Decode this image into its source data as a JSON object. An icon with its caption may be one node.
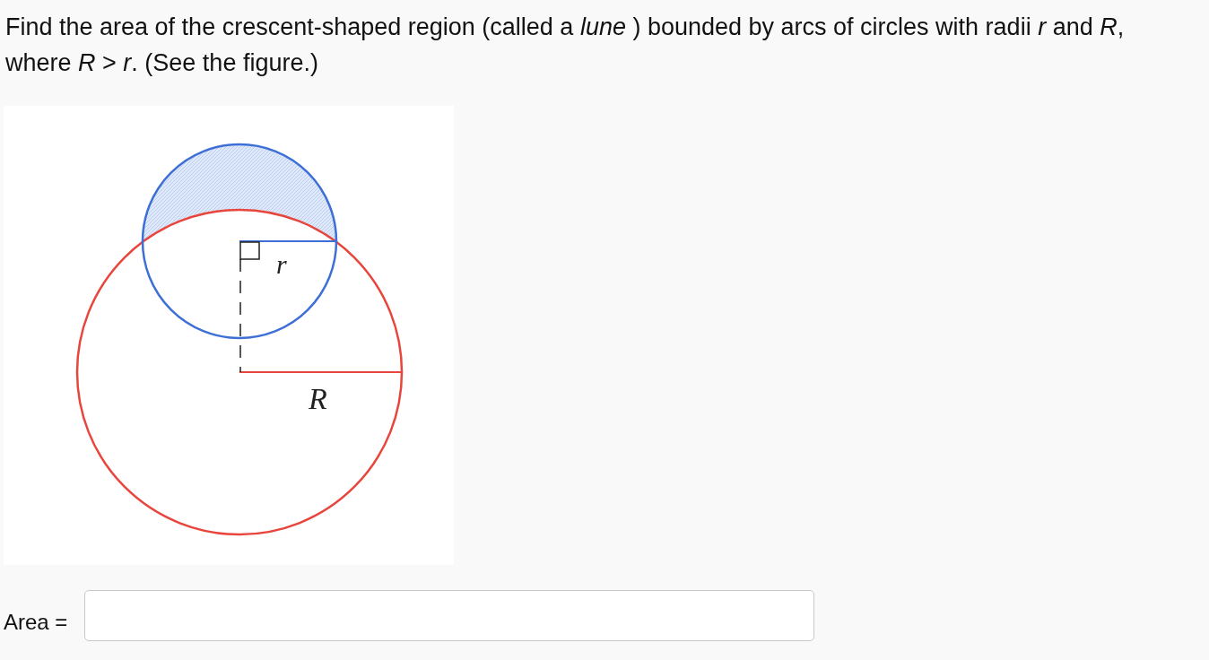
{
  "diagram": {
    "labels": [
      "Find the area of the crescent-shaped region (called a *lune* ) bounded by arcs of circles with radii *r* and *R*, where *R* > *r*. (See the figure.)",
      "r",
      "R",
      "Area ="
    ]
  }
}
